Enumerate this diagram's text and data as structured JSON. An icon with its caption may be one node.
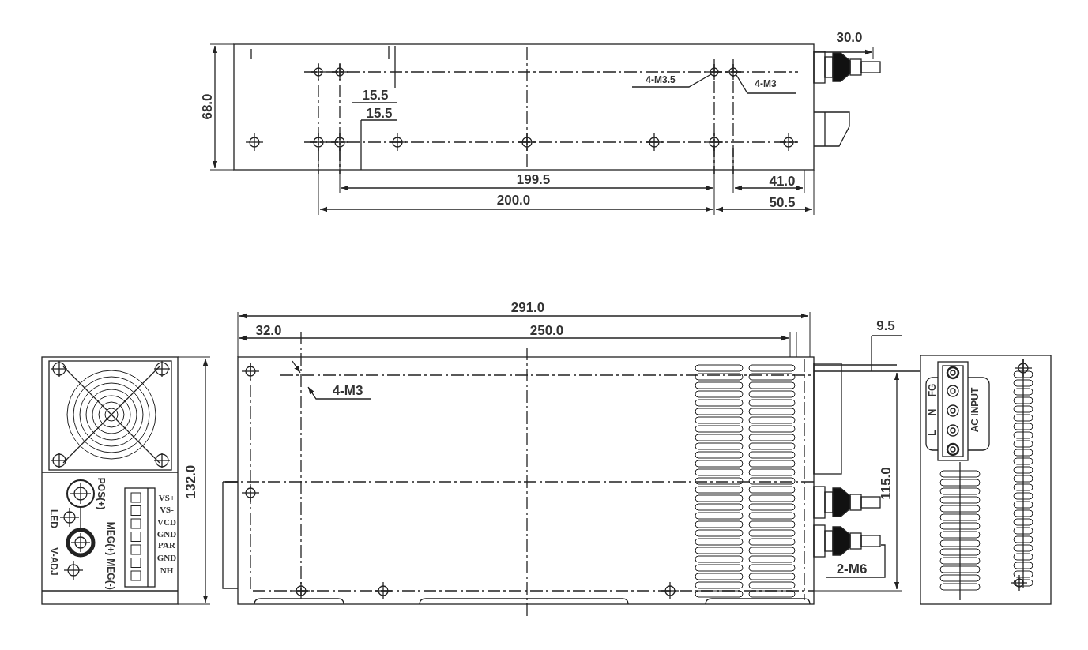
{
  "diagram": {
    "nodes": [
      {
        "text": [
          "4-M3.5"
        ]
      },
      {
        "text": [],
        "shape": "circle"
      },
      {
        "text": [
          "4-M3"
        ]
      },
      {
        "text": [],
        "shape": "circle"
      },
      {
        "text": [
          "4-M3"
        ]
      },
      {
        "text": [
          "2-M6"
        ]
      },
      {
        "text": [],
        "shape": "picture"
      }
    ],
    "edges": [
      {
        "from": 0,
        "to": 1,
        "arrow": "none"
      },
      {
        "from": 2,
        "to": 3,
        "arrow": "none"
      },
      {
        "from": 4,
        "to": null,
        "arrow": "to"
      },
      {
        "from": 5,
        "to": 6,
        "arrow": "none"
      }
    ],
    "labels": [
      "30.0",
      "68.0",
      "15.5",
      "15.5",
      "199.5",
      "41.0",
      "200.0",
      "50.5",
      "291.0",
      "32.0",
      "250.0",
      "9.5",
      "POS(+)",
      "LED",
      "MEG(+)",
      "MEG(-)",
      "V-ADJ",
      "VS+",
      "VS-",
      "VCD",
      "GND",
      "PAR",
      "GND",
      "NH",
      "132.0",
      "115.0",
      "FG",
      "N",
      "L",
      "AC INPUT"
    ]
  }
}
